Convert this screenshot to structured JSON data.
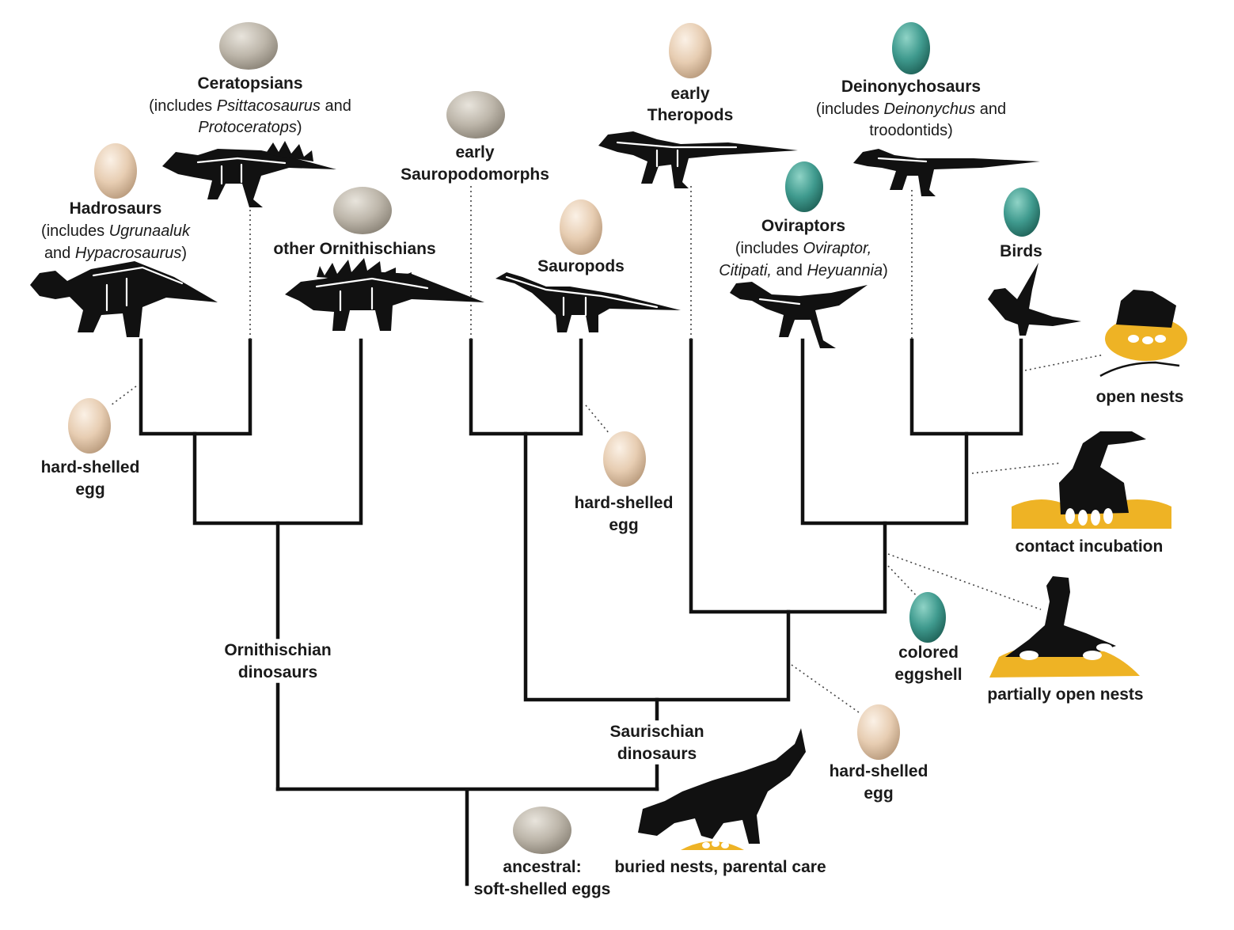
{
  "colors": {
    "egg_cream": "#e7cdb2",
    "egg_grey": "#bdb6aa",
    "egg_teal": "#3f9a8e",
    "nest_yellow": "#eeb325",
    "line": "#111111"
  },
  "taxa": {
    "hadrosaurs": {
      "title": "Hadrosaurs",
      "sub1": "(includes ",
      "sub1_it": "Ugrunaaluk",
      "sub2_pre": "and ",
      "sub2_it": "Hypacrosaurus",
      "sub2_post": ")"
    },
    "ceratopsians": {
      "title": "Ceratopsians",
      "sub1": "(includes ",
      "sub1_it": "Psittacosaurus",
      "sub1_post": " and",
      "sub2_it": "Protoceratops",
      "sub2_post": ")"
    },
    "other_ornithischians": {
      "title": "other Ornithischians"
    },
    "early_sauropodomorphs": {
      "line1": "early",
      "line2": "Sauropodomorphs"
    },
    "sauropods": {
      "title": "Sauropods"
    },
    "early_theropods": {
      "line1": "early",
      "line2": "Theropods"
    },
    "oviraptors": {
      "title": "Oviraptors",
      "sub1": "(includes ",
      "sub1_it": "Oviraptor,",
      "sub2_it": "Citipati,",
      "sub2_mid": " and ",
      "sub2_it2": "Heyuannia",
      "sub2_post": ")"
    },
    "deinonychosaurs": {
      "title": "Deinonychosaurs",
      "sub1": "(includes ",
      "sub1_it": "Deinonychus",
      "sub1_post": " and",
      "sub2": "troodontids)"
    },
    "birds": {
      "title": "Birds"
    }
  },
  "nodes": {
    "ornithischian": {
      "line1": "Ornithischian",
      "line2": "dinosaurs"
    },
    "saurischian": {
      "line1": "Saurischian",
      "line2": "dinosaurs"
    }
  },
  "traits": {
    "hard_shelled_1": {
      "line1": "hard-shelled",
      "line2": "egg"
    },
    "hard_shelled_2": {
      "line1": "hard-shelled",
      "line2": "egg"
    },
    "hard_shelled_3": {
      "line1": "hard-shelled",
      "line2": "egg"
    },
    "colored_eggshell": {
      "line1": "colored",
      "line2": "eggshell"
    },
    "ancestral": {
      "line1": "ancestral:",
      "line2": "soft-shelled eggs"
    },
    "buried_nests": {
      "label": "buried nests, parental care"
    },
    "open_nests": {
      "label": "open nests"
    },
    "contact_incubation": {
      "label": "contact incubation"
    },
    "partially_open": {
      "label": "partially open nests"
    }
  }
}
